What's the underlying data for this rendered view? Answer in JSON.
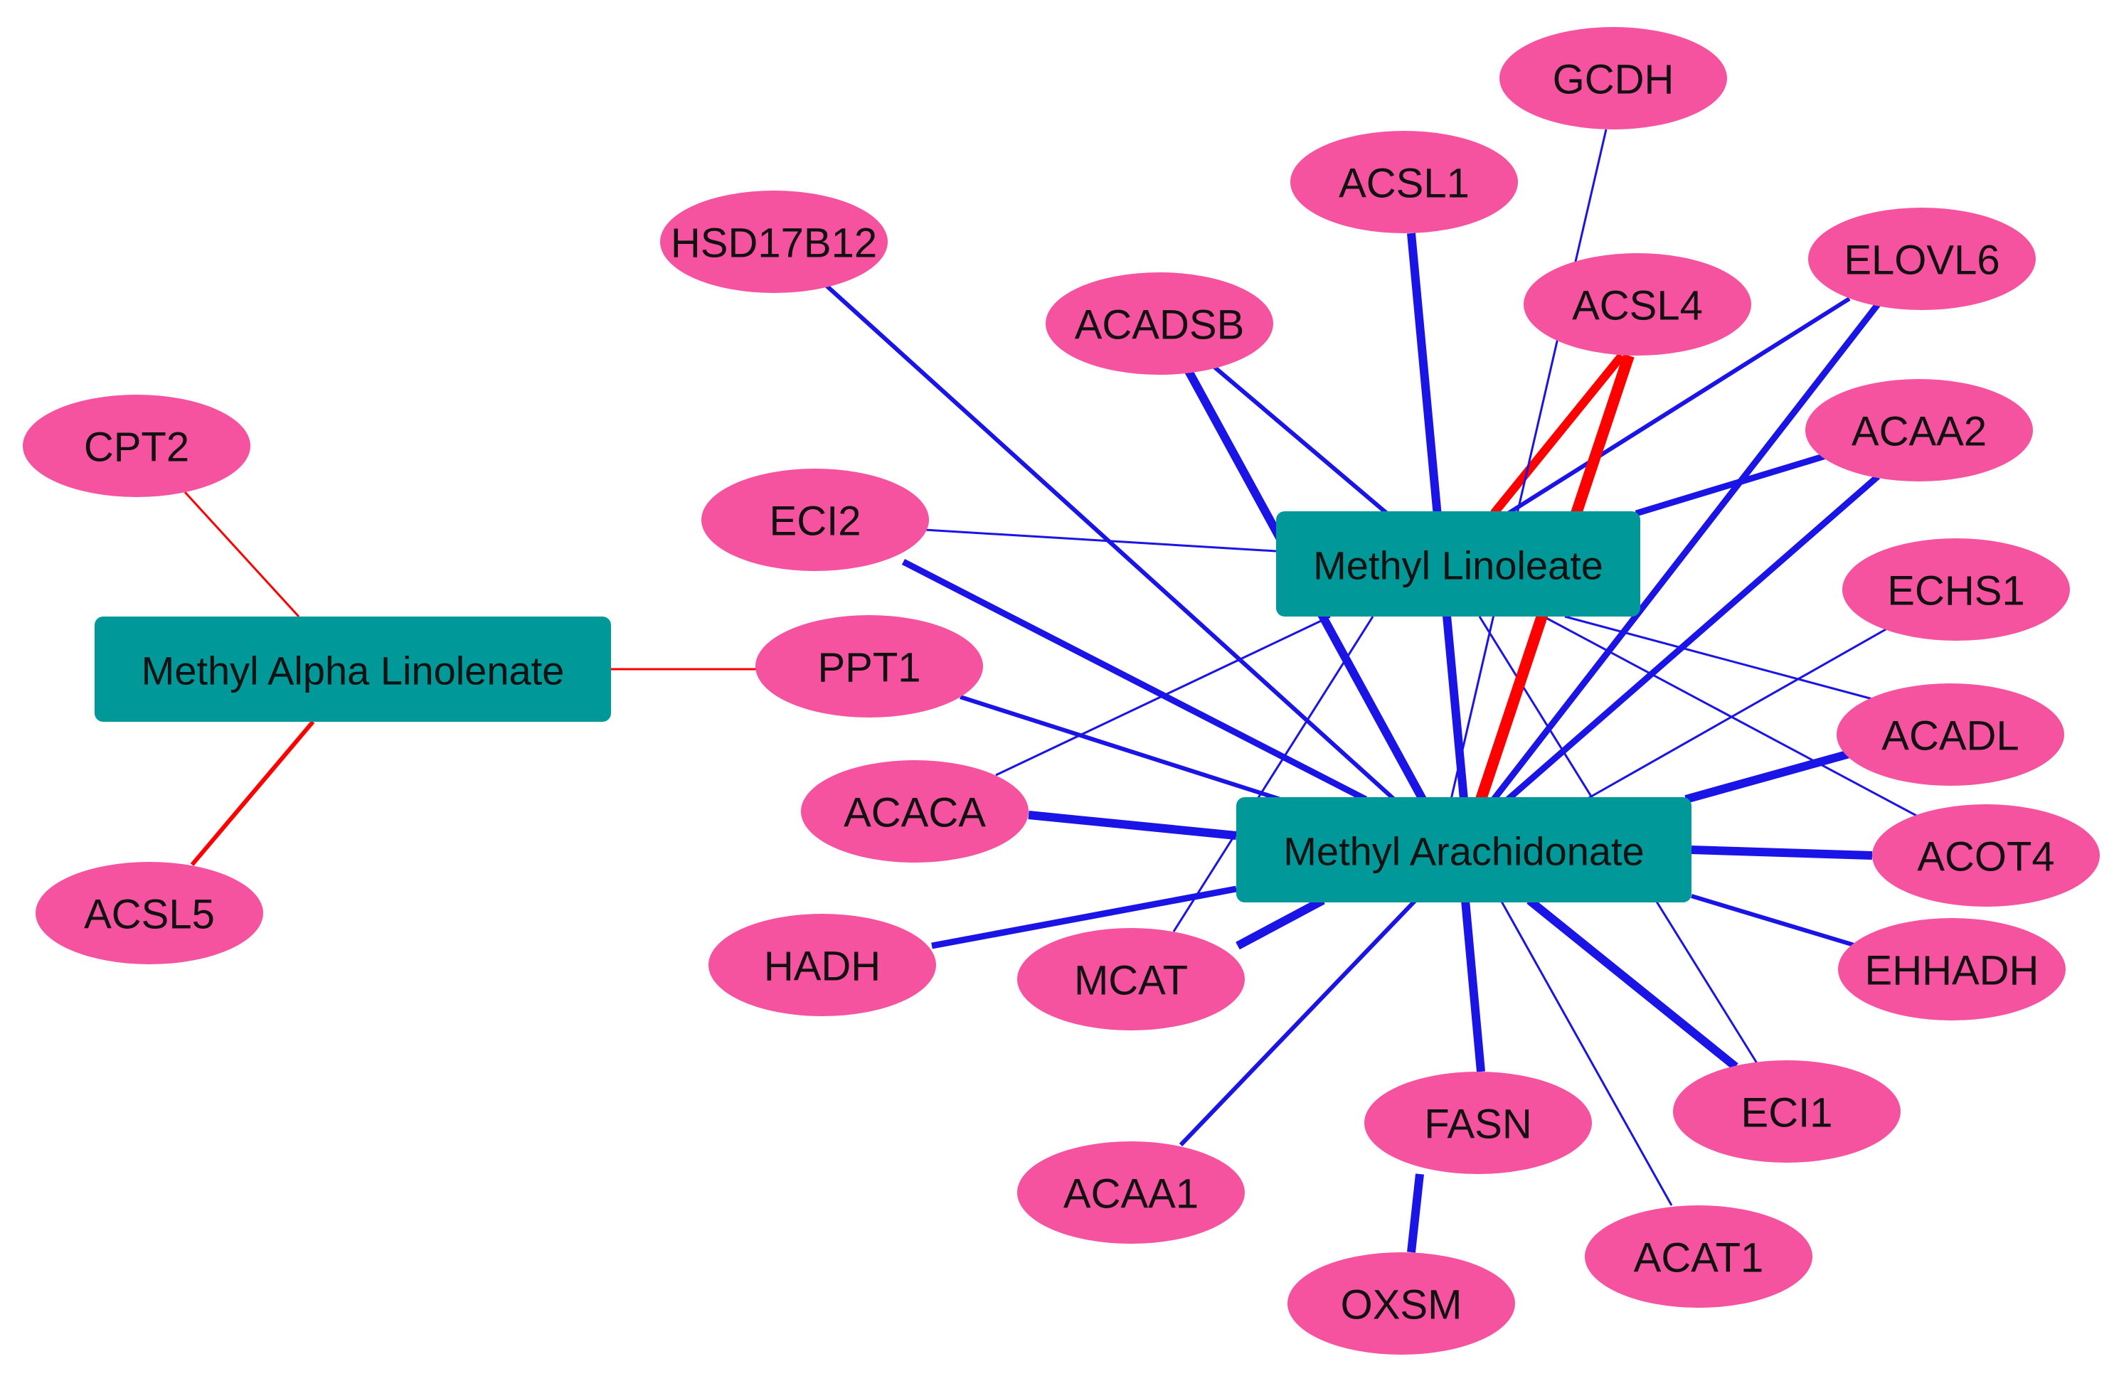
{
  "network": {
    "colors": {
      "gene_node": "#f5529f",
      "compound_node": "#009898",
      "edge_blue": "#1a14e6",
      "edge_red": "#ff0000",
      "label": "#111111"
    },
    "compounds": [
      {
        "id": "MAL",
        "label": "Methyl Alpha Linolenate"
      },
      {
        "id": "ML",
        "label": "Methyl Linoleate"
      },
      {
        "id": "MA",
        "label": "Methyl Arachidonate"
      }
    ],
    "genes": [
      {
        "id": "CPT2",
        "label": "CPT2"
      },
      {
        "id": "ACSL5",
        "label": "ACSL5"
      },
      {
        "id": "PPT1",
        "label": "PPT1"
      },
      {
        "id": "GCDH",
        "label": "GCDH"
      },
      {
        "id": "ACSL1",
        "label": "ACSL1"
      },
      {
        "id": "HSD17B12",
        "label": "HSD17B12"
      },
      {
        "id": "ELOVL6",
        "label": "ELOVL6"
      },
      {
        "id": "ACSL4",
        "label": "ACSL4"
      },
      {
        "id": "ACADSB",
        "label": "ACADSB"
      },
      {
        "id": "ACAA2",
        "label": "ACAA2"
      },
      {
        "id": "ECI2",
        "label": "ECI2"
      },
      {
        "id": "ECHS1",
        "label": "ECHS1"
      },
      {
        "id": "ACADL",
        "label": "ACADL"
      },
      {
        "id": "ACACA",
        "label": "ACACA"
      },
      {
        "id": "ACOT4",
        "label": "ACOT4"
      },
      {
        "id": "HADH",
        "label": "HADH"
      },
      {
        "id": "MCAT",
        "label": "MCAT"
      },
      {
        "id": "EHHADH",
        "label": "EHHADH"
      },
      {
        "id": "ECI1",
        "label": "ECI1"
      },
      {
        "id": "FASN",
        "label": "FASN"
      },
      {
        "id": "ACAA1",
        "label": "ACAA1"
      },
      {
        "id": "ACAT1",
        "label": "ACAT1"
      },
      {
        "id": "OXSM",
        "label": "OXSM"
      }
    ],
    "edges": [
      {
        "source": "MAL",
        "target": "CPT2",
        "color": "red",
        "weight": 1
      },
      {
        "source": "MAL",
        "target": "PPT1",
        "color": "red",
        "weight": 1
      },
      {
        "source": "MAL",
        "target": "ACSL5",
        "color": "red",
        "weight": 2
      },
      {
        "source": "ML",
        "target": "ACSL4",
        "color": "red",
        "weight": 4
      },
      {
        "source": "ML",
        "target": "ELOVL6",
        "color": "blue",
        "weight": 2
      },
      {
        "source": "ML",
        "target": "ACAA2",
        "color": "blue",
        "weight": 3
      },
      {
        "source": "ML",
        "target": "ACADSB",
        "color": "blue",
        "weight": 2
      },
      {
        "source": "ML",
        "target": "ECI2",
        "color": "blue",
        "weight": 1
      },
      {
        "source": "ML",
        "target": "ACACA",
        "color": "blue",
        "weight": 1
      },
      {
        "source": "ML",
        "target": "MCAT",
        "color": "blue",
        "weight": 1
      },
      {
        "source": "ML",
        "target": "ACADL",
        "color": "blue",
        "weight": 1
      },
      {
        "source": "ML",
        "target": "ACOT4",
        "color": "blue",
        "weight": 1
      },
      {
        "source": "ML",
        "target": "ECI1",
        "color": "blue",
        "weight": 1
      },
      {
        "source": "MA",
        "target": "ACSL4",
        "color": "red",
        "weight": 5
      },
      {
        "source": "MA",
        "target": "ACSL1",
        "color": "blue",
        "weight": 4
      },
      {
        "source": "MA",
        "target": "GCDH",
        "color": "blue",
        "weight": 1
      },
      {
        "source": "MA",
        "target": "HSD17B12",
        "color": "blue",
        "weight": 2
      },
      {
        "source": "MA",
        "target": "ACADSB",
        "color": "blue",
        "weight": 4
      },
      {
        "source": "MA",
        "target": "ELOVL6",
        "color": "blue",
        "weight": 3
      },
      {
        "source": "MA",
        "target": "ACAA2",
        "color": "blue",
        "weight": 3
      },
      {
        "source": "MA",
        "target": "ECI2",
        "color": "blue",
        "weight": 3
      },
      {
        "source": "MA",
        "target": "PPT1",
        "color": "blue",
        "weight": 2
      },
      {
        "source": "MA",
        "target": "ECHS1",
        "color": "blue",
        "weight": 1
      },
      {
        "source": "MA",
        "target": "ACADL",
        "color": "blue",
        "weight": 4
      },
      {
        "source": "MA",
        "target": "ACACA",
        "color": "blue",
        "weight": 4
      },
      {
        "source": "MA",
        "target": "ACOT4",
        "color": "blue",
        "weight": 4
      },
      {
        "source": "MA",
        "target": "HADH",
        "color": "blue",
        "weight": 3
      },
      {
        "source": "MA",
        "target": "MCAT",
        "color": "blue",
        "weight": 4
      },
      {
        "source": "MA",
        "target": "EHHADH",
        "color": "blue",
        "weight": 2
      },
      {
        "source": "MA",
        "target": "ECI1",
        "color": "blue",
        "weight": 4
      },
      {
        "source": "MA",
        "target": "FASN",
        "color": "blue",
        "weight": 4
      },
      {
        "source": "MA",
        "target": "ACAA1",
        "color": "blue",
        "weight": 2
      },
      {
        "source": "MA",
        "target": "ACAT1",
        "color": "blue",
        "weight": 1
      },
      {
        "source": "FASN",
        "target": "OXSM",
        "color": "blue",
        "weight": 4
      }
    ]
  }
}
